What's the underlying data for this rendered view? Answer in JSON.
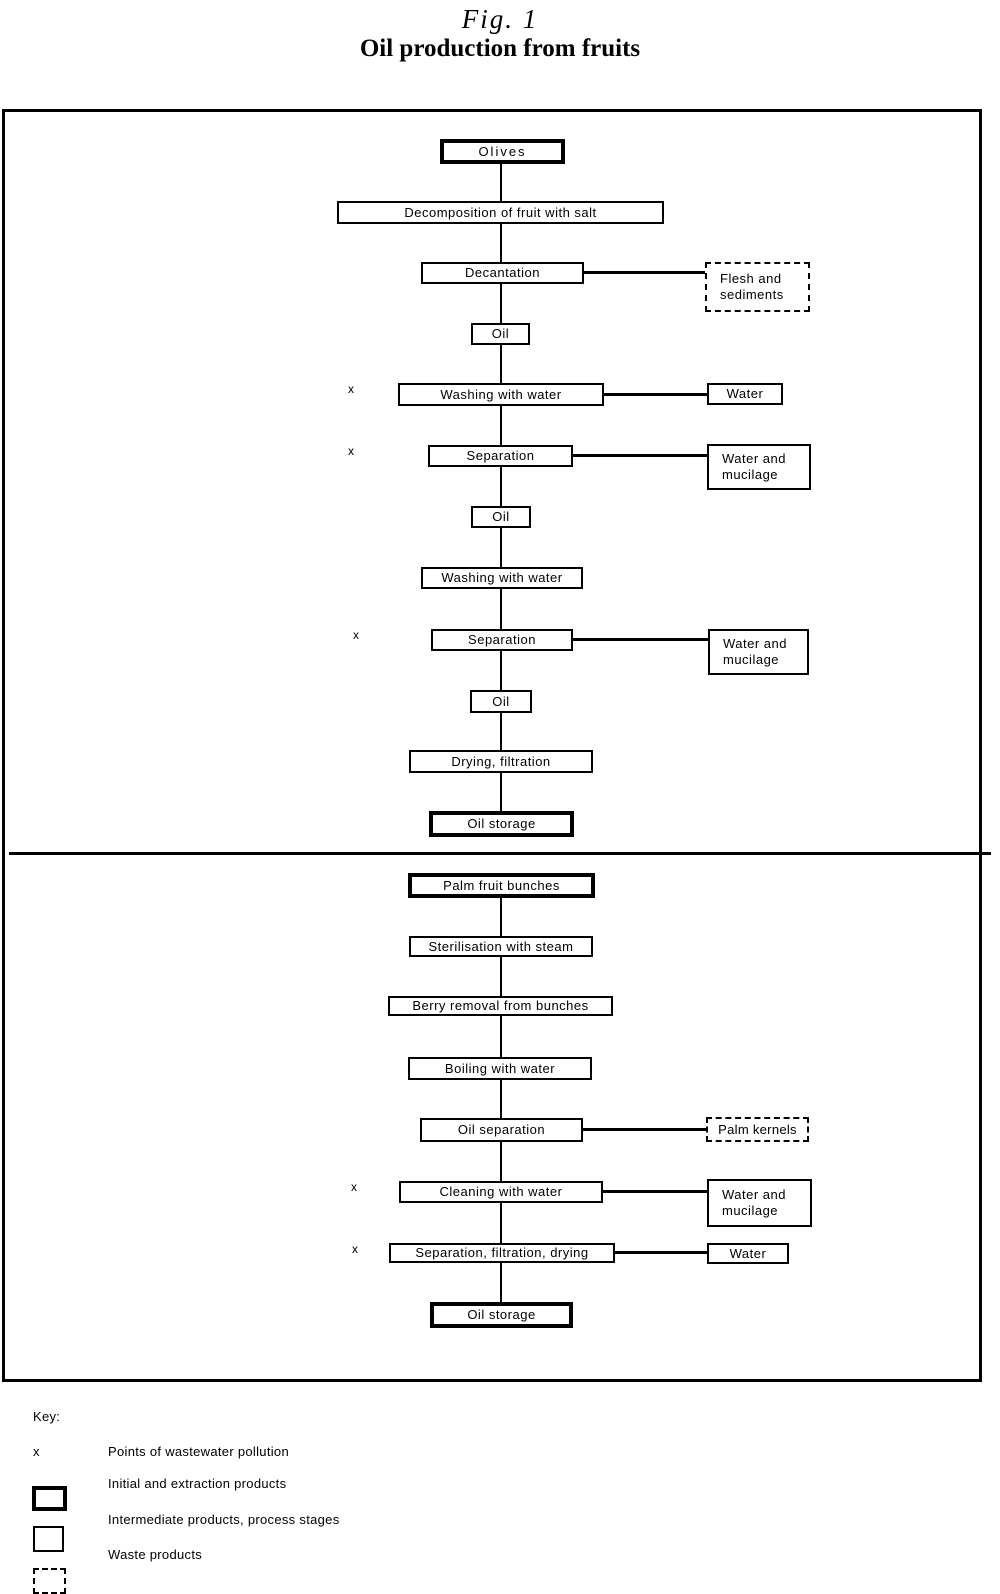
{
  "title": {
    "figure": "Fig. 1",
    "heading": "Oil production from fruits"
  },
  "marker": {
    "char": "x"
  },
  "olive": {
    "nodes": [
      "Olives",
      "Decomposition of fruit with salt",
      "Decantation",
      "Oil",
      "Washing with water",
      "Separation",
      "Oil",
      "Washing with water",
      "Separation",
      "Oil",
      "Drying, filtration",
      "Oil storage"
    ],
    "side": [
      "Flesh and sediments",
      "Water",
      "Water and mucilage",
      "Water and mucilage"
    ]
  },
  "palm": {
    "nodes": [
      "Palm fruit bunches",
      "Sterilisation with steam",
      "Berry removal from bunches",
      "Boiling with water",
      "Oil separation",
      "Cleaning with water",
      "Separation, filtration, drying",
      "Oil storage"
    ],
    "side": [
      "Palm kernels",
      "Water and mucilage",
      "Water"
    ]
  },
  "key": {
    "heading": "Key:",
    "items": [
      {
        "label": "Points of wastewater pollution"
      },
      {
        "label": "Initial and extraction products"
      },
      {
        "label": "Intermediate products, process stages"
      },
      {
        "label": "Waste products"
      }
    ]
  }
}
